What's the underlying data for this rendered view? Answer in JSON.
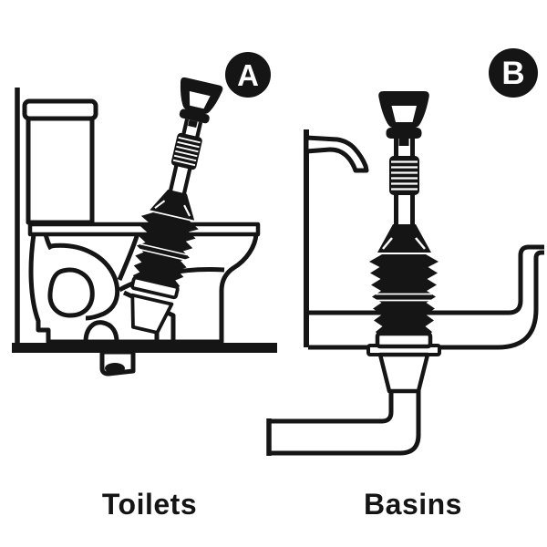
{
  "page": {
    "title": "Plunger usage diagram",
    "background": "#ffffff",
    "ink": "#151515",
    "description": "Cross-section line-art showing a bellows drain plunger used on a toilet and on a basin"
  },
  "panels": {
    "a": {
      "badge": "A",
      "caption": "Toilets",
      "illustration": "toilet-cross-section-with-plunger"
    },
    "b": {
      "badge": "B",
      "caption": "Basins",
      "illustration": "basin-cross-section-with-plunger"
    }
  }
}
